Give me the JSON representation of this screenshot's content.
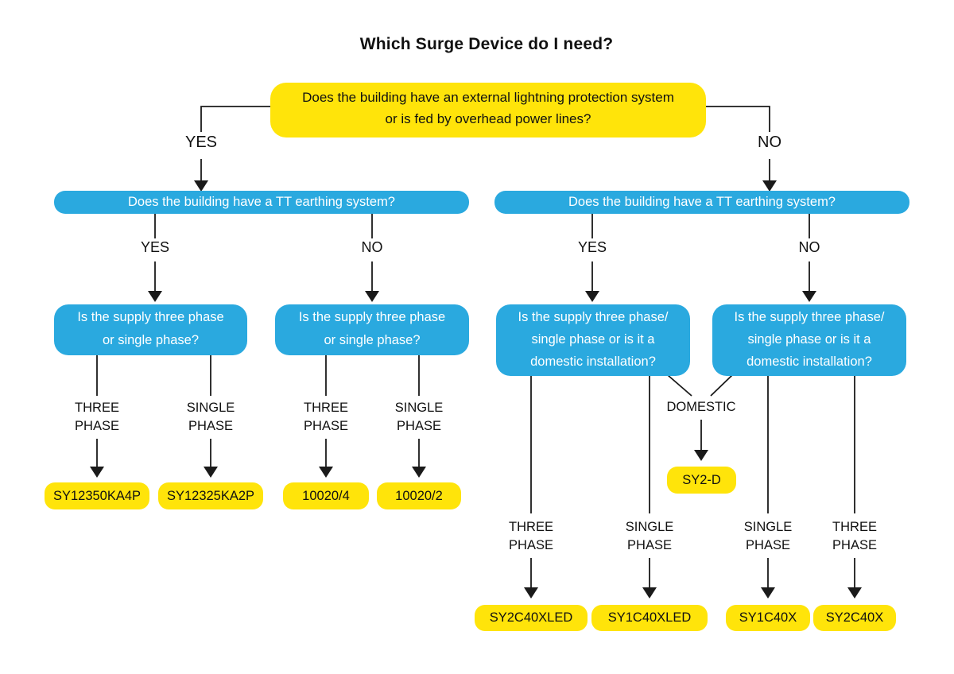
{
  "title": "Which Surge Device do I need?",
  "colors": {
    "node_yellow": "#FFE40A",
    "node_blue": "#2AA9DF",
    "line_black": "#1A1A1A",
    "blue_text": "#FFFFFF",
    "background": "#FFFFFF"
  },
  "root": {
    "question_lines": [
      "Does the building have an external lightning protection system",
      "or is fed by overhead power lines?"
    ],
    "yes_label": "YES",
    "no_label": "NO"
  },
  "left_branch": {
    "question": "Does the building have a TT earthing system?",
    "yes_label": "YES",
    "no_label": "NO",
    "yes": {
      "question_lines": [
        "Is the supply three phase",
        "or single phase?"
      ],
      "outcomes": [
        {
          "label_lines": [
            "THREE",
            "PHASE"
          ],
          "product": "SY12350KA4P"
        },
        {
          "label_lines": [
            "SINGLE",
            "PHASE"
          ],
          "product": "SY12325KA2P"
        }
      ]
    },
    "no": {
      "question_lines": [
        "Is the supply three phase",
        "or single phase?"
      ],
      "outcomes": [
        {
          "label_lines": [
            "THREE",
            "PHASE"
          ],
          "product": "10020/4"
        },
        {
          "label_lines": [
            "SINGLE",
            "PHASE"
          ],
          "product": "10020/2"
        }
      ]
    }
  },
  "right_branch": {
    "question": "Does the building have a TT earthing system?",
    "yes_label": "YES",
    "no_label": "NO",
    "yes": {
      "question_lines": [
        "Is the supply three phase/",
        "single phase or is it a",
        "domestic installation?"
      ],
      "outcomes": [
        {
          "label_lines": [
            "THREE",
            "PHASE"
          ],
          "product": "SY2C40XLED"
        },
        {
          "label_lines": [
            "SINGLE",
            "PHASE"
          ],
          "product": "SY1C40XLED"
        }
      ]
    },
    "no": {
      "question_lines": [
        "Is the supply three phase/",
        "single phase or is it a",
        "domestic installation?"
      ],
      "outcomes": [
        {
          "label_lines": [
            "SINGLE",
            "PHASE"
          ],
          "product": "SY1C40X"
        },
        {
          "label_lines": [
            "THREE",
            "PHASE"
          ],
          "product": "SY2C40X"
        }
      ]
    },
    "domestic": {
      "label": "DOMESTIC",
      "product": "SY2-D"
    }
  }
}
